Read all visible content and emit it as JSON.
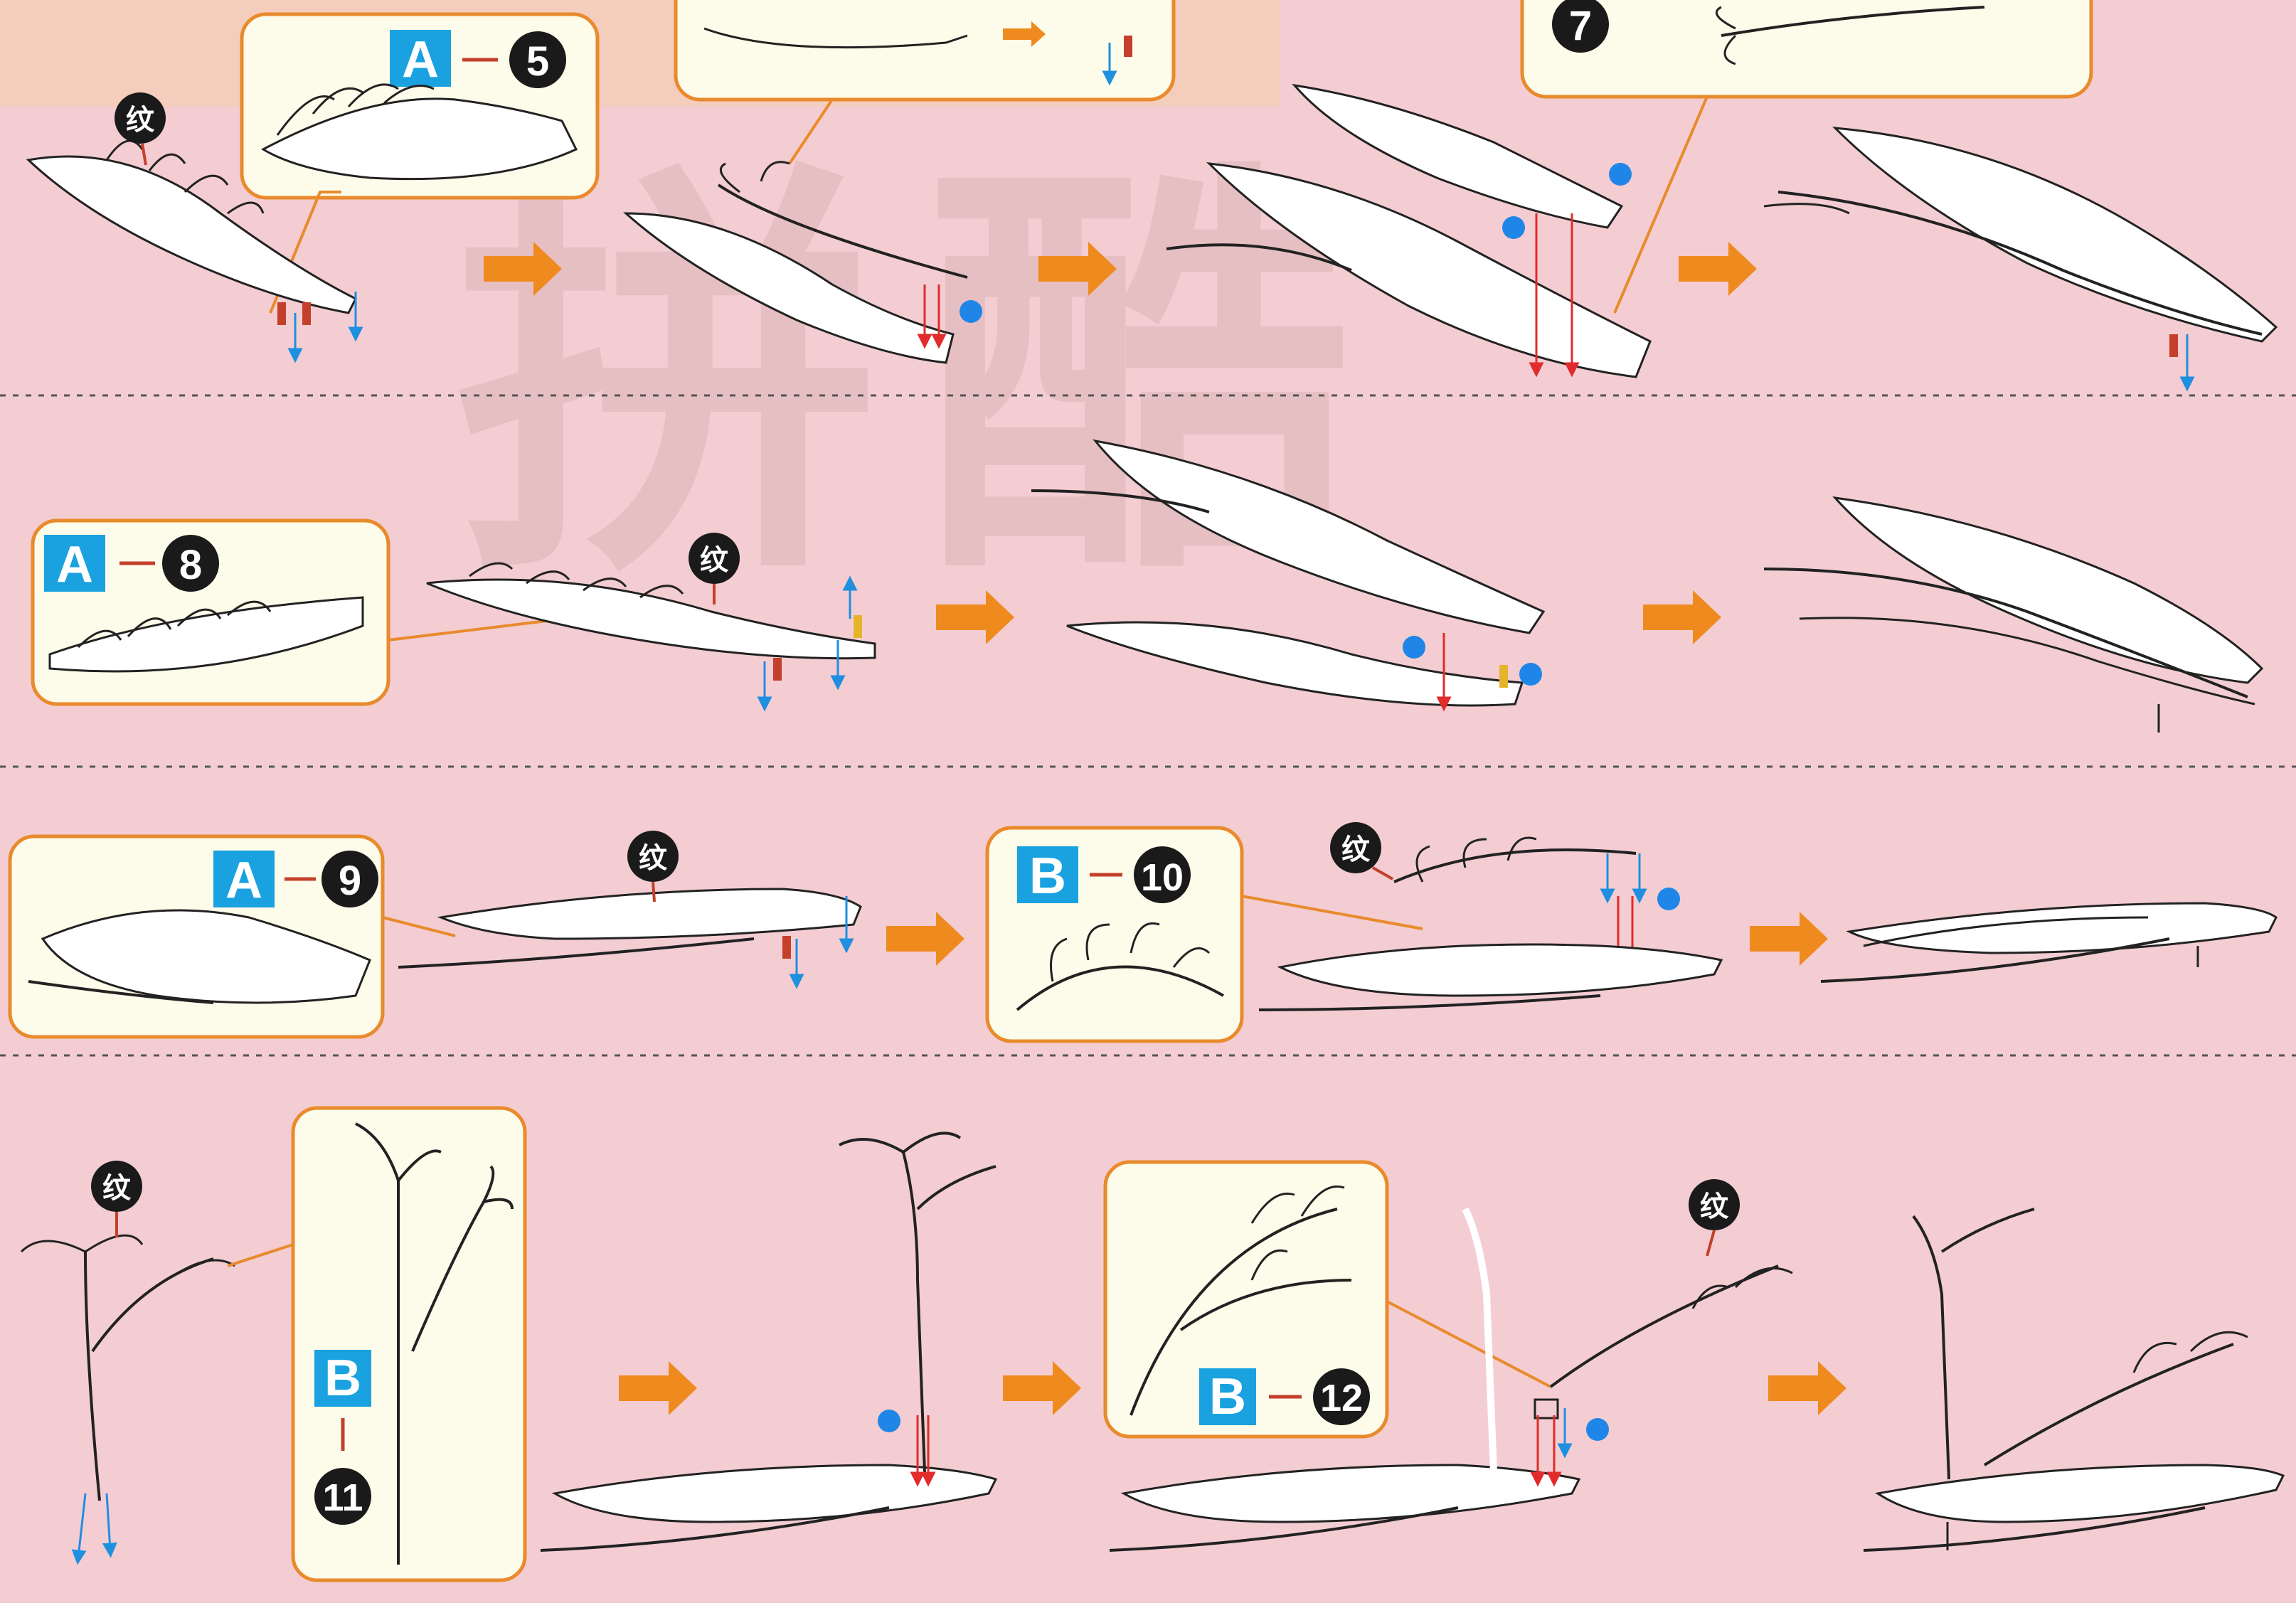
{
  "watermark": "拼酷",
  "marker_label": "纹",
  "colors": {
    "background": "#f3cdd2",
    "callout_fill": "#fdfbe9",
    "callout_border": "#e98a2c",
    "part_letter_bg": "#1aa1e0",
    "arrow": "#ef8a1f",
    "peg_red": "#c4402a",
    "peg_yellow": "#e5b42b",
    "blue_arrow": "#1f8fe0",
    "red_arrow": "#e22b2b",
    "dot_blue": "#1f86e8",
    "divider": "#555555"
  },
  "callouts": [
    {
      "id": "A5",
      "letter": "A",
      "number": "5"
    },
    {
      "id": "A7",
      "letter": "",
      "number": "7"
    },
    {
      "id": "A8",
      "letter": "A",
      "number": "8"
    },
    {
      "id": "A9",
      "letter": "A",
      "number": "9"
    },
    {
      "id": "B10",
      "letter": "B",
      "number": "10"
    },
    {
      "id": "B11",
      "letter": "B",
      "number": "11"
    },
    {
      "id": "B12",
      "letter": "B",
      "number": "12"
    }
  ]
}
